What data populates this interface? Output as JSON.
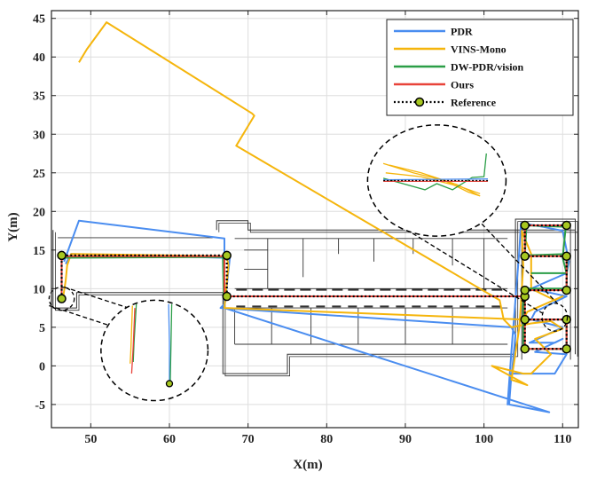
{
  "chart_data": {
    "type": "line",
    "title": "",
    "xlabel": "X(m)",
    "ylabel": "Y(m)",
    "xlim": [
      45,
      112
    ],
    "ylim": [
      -8,
      46
    ],
    "xticks": [
      50,
      60,
      70,
      80,
      90,
      100,
      110
    ],
    "yticks": [
      -5,
      0,
      5,
      10,
      15,
      20,
      25,
      30,
      35,
      40,
      45
    ],
    "grid": true,
    "legend_position": "top-right",
    "colors": {
      "PDR": "#4a8df0",
      "VINS-Mono": "#f5b50c",
      "DW-PDR/vision": "#2b9e47",
      "Ours": "#e8433a",
      "Reference": "#000000",
      "reference_marker": "#a7c820",
      "building": "#333333"
    },
    "series": [
      {
        "name": "PDR",
        "points": [
          [
            46.6,
            13.5
          ],
          [
            48.5,
            18.8
          ],
          [
            67.0,
            16.5
          ],
          [
            67.0,
            14.5
          ],
          [
            67.0,
            8.0
          ],
          [
            66.5,
            7.5
          ],
          [
            103.5,
            5.0
          ],
          [
            104.0,
            4.0
          ],
          [
            103.5,
            -1.5
          ],
          [
            103.0,
            -5.0
          ],
          [
            103.5,
            2.0
          ],
          [
            104.5,
            15.0
          ],
          [
            104.7,
            18.5
          ],
          [
            107.5,
            18.0
          ],
          [
            110.0,
            17.5
          ],
          [
            110.8,
            13.5
          ],
          [
            110.5,
            12.0
          ],
          [
            106.0,
            10.0
          ],
          [
            110.5,
            9.0
          ],
          [
            106.5,
            7.0
          ],
          [
            106.0,
            6.0
          ],
          [
            110.0,
            5.0
          ],
          [
            105.8,
            3.0
          ],
          [
            109.0,
            3.0
          ],
          [
            110.0,
            3.5
          ],
          [
            106.5,
            1.8
          ],
          [
            110.5,
            1.5
          ],
          [
            109.0,
            -1.0
          ],
          [
            103.5,
            -1.0
          ],
          [
            103.2,
            -5.0
          ],
          [
            108.3,
            -6.0
          ],
          [
            67.0,
            7.5
          ],
          [
            67.7,
            14.2
          ],
          [
            66.8,
            14.0
          ],
          [
            47.5,
            14.5
          ],
          [
            46.8,
            13.2
          ]
        ]
      },
      {
        "name": "VINS-Mono",
        "points": [
          [
            48.5,
            39.3
          ],
          [
            49.5,
            41.0
          ],
          [
            52.0,
            44.5
          ],
          [
            70.5,
            32.7
          ],
          [
            70.8,
            32.4
          ],
          [
            68.5,
            28.5
          ],
          [
            102.0,
            8.5
          ],
          [
            102.5,
            6.0
          ],
          [
            103.5,
            5.0
          ],
          [
            106.0,
            5.5
          ],
          [
            108.5,
            5.8
          ],
          [
            110.0,
            4.8
          ],
          [
            106.5,
            3.5
          ],
          [
            108.5,
            1.5
          ],
          [
            106.0,
            -1.0
          ],
          [
            105.0,
            -1.0
          ],
          [
            101.0,
            0.0
          ],
          [
            105.5,
            -2.5
          ],
          [
            103.5,
            -1.8
          ],
          [
            104.5,
            5.0
          ],
          [
            105.0,
            13.0
          ],
          [
            104.8,
            17.5
          ],
          [
            106.0,
            14.5
          ],
          [
            106.0,
            10.0
          ],
          [
            109.0,
            8.5
          ],
          [
            110.0,
            9.0
          ],
          [
            105.5,
            7.0
          ],
          [
            105.0,
            6.0
          ],
          [
            67.0,
            7.5
          ],
          [
            67.5,
            13.0
          ],
          [
            67.3,
            14.2
          ],
          [
            47.5,
            14.5
          ],
          [
            47.0,
            13.0
          ],
          [
            46.8,
            11.0
          ],
          [
            46.5,
            9.0
          ],
          [
            46.3,
            8.7
          ]
        ]
      },
      {
        "name": "DW-PDR/vision",
        "points": [
          [
            46.3,
            8.7
          ],
          [
            46.3,
            14.0
          ],
          [
            66.8,
            14.1
          ],
          [
            66.9,
            9.0
          ],
          [
            105.0,
            9.0
          ],
          [
            105.0,
            2.2
          ],
          [
            110.5,
            2.2
          ],
          [
            110.5,
            6.0
          ],
          [
            105.0,
            6.0
          ],
          [
            105.0,
            10.0
          ],
          [
            110.5,
            10.0
          ],
          [
            110.6,
            14.5
          ],
          [
            105.2,
            14.3
          ],
          [
            105.4,
            18.2
          ],
          [
            110.4,
            18.0
          ],
          [
            110.0,
            14.0
          ],
          [
            110.5,
            12.0
          ],
          [
            106.0,
            12.0
          ]
        ]
      },
      {
        "name": "Ours",
        "points": [
          [
            46.3,
            8.7
          ],
          [
            46.3,
            14.2
          ],
          [
            67.0,
            14.2
          ],
          [
            67.0,
            9.0
          ],
          [
            105.2,
            9.0
          ],
          [
            105.2,
            2.2
          ],
          [
            110.5,
            2.2
          ],
          [
            110.5,
            6.0
          ],
          [
            105.2,
            6.0
          ],
          [
            105.2,
            9.8
          ],
          [
            110.5,
            9.8
          ],
          [
            110.5,
            14.2
          ],
          [
            105.2,
            14.2
          ],
          [
            105.2,
            18.2
          ],
          [
            110.5,
            18.2
          ]
        ]
      },
      {
        "name": "Reference",
        "points": [
          [
            46.3,
            8.7
          ],
          [
            46.3,
            14.3
          ],
          [
            67.3,
            14.3
          ],
          [
            67.3,
            9.0
          ],
          [
            105.2,
            9.0
          ],
          [
            105.2,
            2.2
          ],
          [
            110.5,
            2.2
          ],
          [
            110.5,
            6.0
          ],
          [
            105.2,
            6.0
          ],
          [
            105.2,
            9.8
          ],
          [
            110.5,
            9.8
          ],
          [
            110.5,
            14.2
          ],
          [
            105.2,
            14.2
          ],
          [
            105.2,
            18.2
          ],
          [
            110.5,
            18.2
          ]
        ],
        "markers": [
          [
            46.3,
            8.7
          ],
          [
            46.3,
            14.3
          ],
          [
            67.3,
            14.3
          ],
          [
            67.3,
            9.0
          ],
          [
            105.2,
            9.0
          ],
          [
            105.2,
            6.0
          ],
          [
            105.2,
            2.2
          ],
          [
            110.5,
            2.2
          ],
          [
            110.5,
            6.0
          ],
          [
            110.5,
            9.8
          ],
          [
            105.2,
            9.8
          ],
          [
            105.2,
            14.2
          ],
          [
            110.5,
            14.2
          ],
          [
            105.2,
            18.2
          ],
          [
            110.5,
            18.2
          ]
        ]
      }
    ],
    "building": {
      "outline": [
        [
          45.2,
          17.6
        ],
        [
          45.2,
          7.5
        ],
        [
          48.2,
          7.5
        ],
        [
          48.2,
          9.5
        ],
        [
          66.8,
          9.5
        ],
        [
          66.8,
          -1.0
        ],
        [
          75.0,
          -1.0
        ],
        [
          75.0,
          1.5
        ],
        [
          104.0,
          1.5
        ],
        [
          104.0,
          19.0
        ],
        [
          111.6,
          19.0
        ],
        [
          111.6,
          1.5
        ],
        [
          111.6,
          17.6
        ],
        [
          70.0,
          17.6
        ],
        [
          70.0,
          18.8
        ],
        [
          66.0,
          18.8
        ],
        [
          66.0,
          17.6
        ]
      ],
      "inner_lines": [
        [
          [
            68.3,
            16.5
          ],
          [
            103.0,
            16.5
          ]
        ],
        [
          [
            68.3,
            10.0
          ],
          [
            103.0,
            10.0
          ]
        ],
        [
          [
            68.3,
            7.5
          ],
          [
            103.0,
            7.5
          ]
        ],
        [
          [
            68.3,
            2.8
          ],
          [
            103.0,
            2.8
          ]
        ],
        [
          [
            45.8,
            16.6
          ],
          [
            65.5,
            16.6
          ]
        ],
        [
          [
            68.3,
            7.5
          ],
          [
            68.3,
            2.8
          ]
        ],
        [
          [
            73.0,
            7.5
          ],
          [
            73.0,
            2.8
          ]
        ],
        [
          [
            78.0,
            7.5
          ],
          [
            78.0,
            2.8
          ]
        ],
        [
          [
            84.0,
            7.5
          ],
          [
            84.0,
            2.8
          ]
        ],
        [
          [
            90.0,
            7.5
          ],
          [
            90.0,
            2.8
          ]
        ],
        [
          [
            96.0,
            7.5
          ],
          [
            96.0,
            2.8
          ]
        ],
        [
          [
            72.5,
            16.5
          ],
          [
            72.5,
            10.0
          ]
        ],
        [
          [
            77.0,
            16.5
          ],
          [
            77.0,
            11.5
          ]
        ],
        [
          [
            81.5,
            16.5
          ],
          [
            81.5,
            14.5
          ]
        ],
        [
          [
            86.0,
            16.5
          ],
          [
            86.0,
            13.5
          ]
        ],
        [
          [
            91.0,
            16.5
          ],
          [
            91.0,
            14.5
          ]
        ],
        [
          [
            96.0,
            16.5
          ],
          [
            96.0,
            13.0
          ]
        ],
        [
          [
            100.0,
            16.5
          ],
          [
            100.0,
            10.0
          ]
        ],
        [
          [
            69.5,
            15.0
          ],
          [
            72.5,
            15.0
          ]
        ],
        [
          [
            69.5,
            12.5
          ],
          [
            72.5,
            12.5
          ]
        ],
        [
          [
            104.8,
            0.8
          ],
          [
            104.8,
            18.5
          ]
        ],
        [
          [
            111.0,
            0.8
          ],
          [
            111.0,
            18.5
          ]
        ]
      ],
      "door_dashes_y": 10.0
    },
    "zoom_insets": [
      {
        "center": [
          58.1,
          2.0
        ],
        "radius": [
          6.8,
          6.5
        ],
        "source_center": [
          46.3,
          8.7
        ],
        "source_radius": [
          1.6,
          1.5
        ]
      },
      {
        "center": [
          94.0,
          24.0
        ],
        "radius": [
          8.8,
          7.2
        ],
        "source_center": [
          109.0,
          6.3
        ],
        "source_radius": [
          1.6,
          1.8
        ]
      }
    ]
  }
}
